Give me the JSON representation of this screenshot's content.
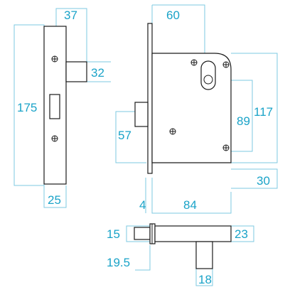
{
  "dimensions": {
    "forend_width_top": "37",
    "backset_32": "32",
    "forend_height": "175",
    "forend_thickness": "25",
    "case_width": "60",
    "case_height_117": "117",
    "centres_89": "89",
    "latch_57": "57",
    "case_depth_30": "30",
    "plate_4": "4",
    "case_length_84": "84",
    "bolt_15": "15",
    "bolt_23": "23",
    "bolt_19_5": "19.5",
    "bolt_18": "18"
  },
  "colors": {
    "dimension_text": "#1aa3c8",
    "dimension_line": "#7ec9e2",
    "outline": "#1a1a1a"
  }
}
